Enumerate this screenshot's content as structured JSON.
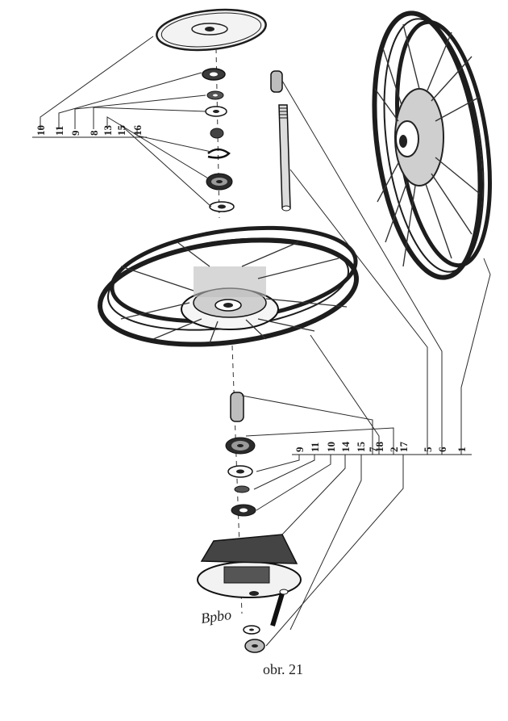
{
  "figure": {
    "caption": "obr. 21",
    "signature": "Bpbo"
  },
  "callouts_top": [
    "10",
    "11",
    "9",
    "8",
    "13",
    "15",
    "16"
  ],
  "callouts_bottom": [
    "9",
    "11",
    "10",
    "14",
    "15",
    "17",
    "18",
    "2",
    "7",
    "5",
    "6",
    "1"
  ]
}
